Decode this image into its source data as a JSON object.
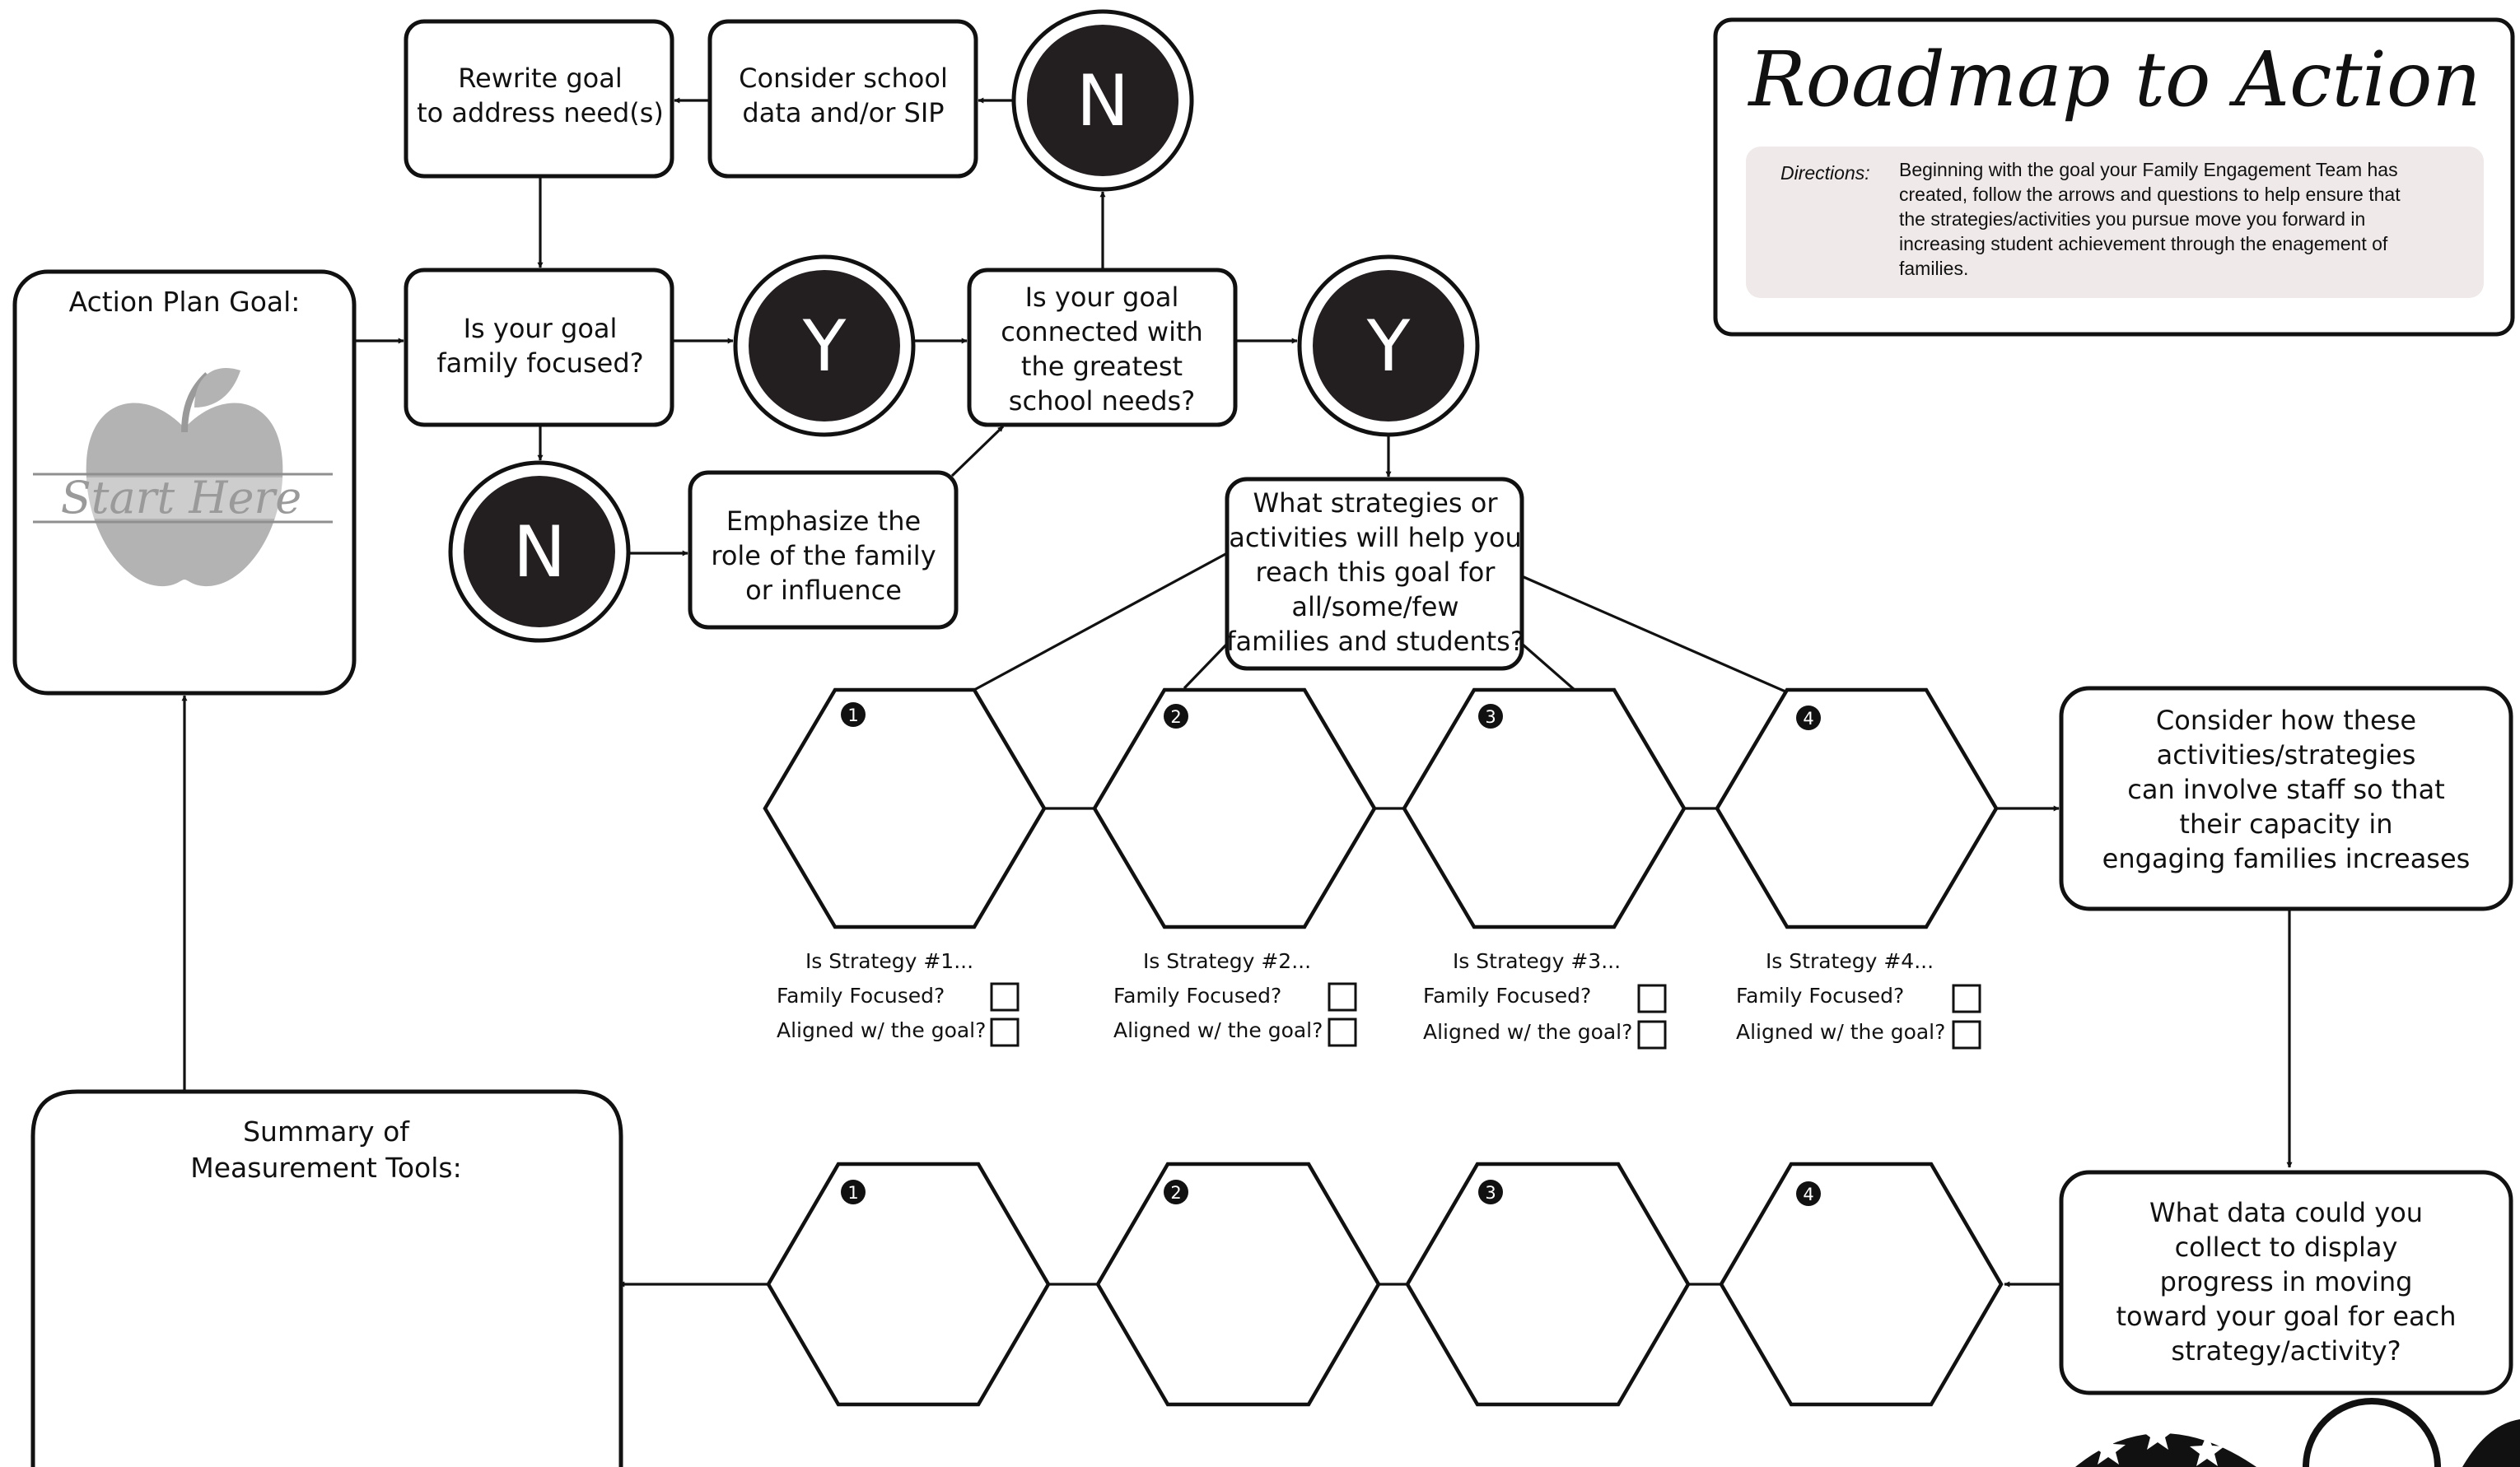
{
  "title": "Roadmap to Action",
  "directions": {
    "label": "Directions:",
    "lines": [
      "Beginning with the goal your Family Engagement Team has",
      "created, follow the arrows and questions to help ensure that",
      "the strategies/activities you pursue move you forward in",
      "increasing student achievement through the enagement of",
      "families."
    ]
  },
  "action_plan": {
    "title": "Action Plan Goal:",
    "start_here": "Start Here"
  },
  "boxes": {
    "rewrite": [
      "Rewrite goal",
      "to address need(s)"
    ],
    "consider_school": [
      "Consider school",
      "data and/or SIP"
    ],
    "family_focused": [
      "Is your goal",
      "family focused?"
    ],
    "connected": [
      "Is your goal",
      "connected with",
      "the greatest",
      "school needs?"
    ],
    "emphasize": [
      "Emphasize the",
      "role of the family",
      "or influence"
    ],
    "strategies": [
      "What strategies or",
      "activities will help you",
      "reach this goal for",
      "all/some/few",
      "families and students?"
    ],
    "consider_staff": [
      "Consider how these",
      "activities/strategies",
      "can involve staff so that",
      "their capacity in",
      "engaging families increases"
    ],
    "data_collect": [
      "What data could you",
      "collect to display",
      "progress in moving",
      "toward your goal for each",
      "strategy/activity?"
    ],
    "summary": [
      "Summary of",
      "Measurement Tools:"
    ]
  },
  "circles": {
    "yes": "Y",
    "no": "N"
  },
  "hex_numbers": [
    "1",
    "2",
    "3",
    "4"
  ],
  "checks": [
    {
      "title": "Is Strategy #1...",
      "q1": "Family Focused?",
      "q2": "Aligned w/ the goal?"
    },
    {
      "title": "Is Strategy #2...",
      "q1": "Family Focused?",
      "q2": "Aligned w/ the goal?"
    },
    {
      "title": "Is Strategy #3...",
      "q1": "Family Focused?",
      "q2": "Aligned w/ the goal?"
    },
    {
      "title": "Is Strategy #4...",
      "q1": "Family Focused?",
      "q2": "Aligned w/ the goal?"
    }
  ]
}
